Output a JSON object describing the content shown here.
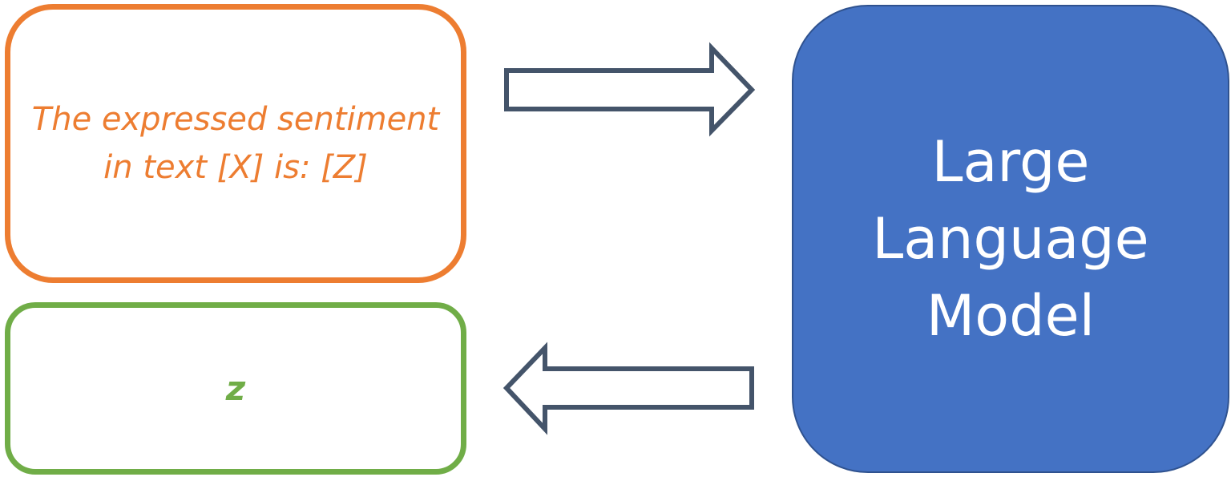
{
  "diagram": {
    "prompt_template": "The expressed sentiment\nin text [X] is: [Z]",
    "output_label": "z",
    "model_label": "Large\nLanguage\nModel",
    "colors": {
      "prompt_border": "#ED7D31",
      "output_border": "#70AD47",
      "model_fill": "#4472C4",
      "arrow_stroke": "#44546A"
    },
    "arrows": [
      {
        "from": "prompt",
        "to": "model",
        "direction": "right"
      },
      {
        "from": "model",
        "to": "output",
        "direction": "left"
      }
    ]
  }
}
